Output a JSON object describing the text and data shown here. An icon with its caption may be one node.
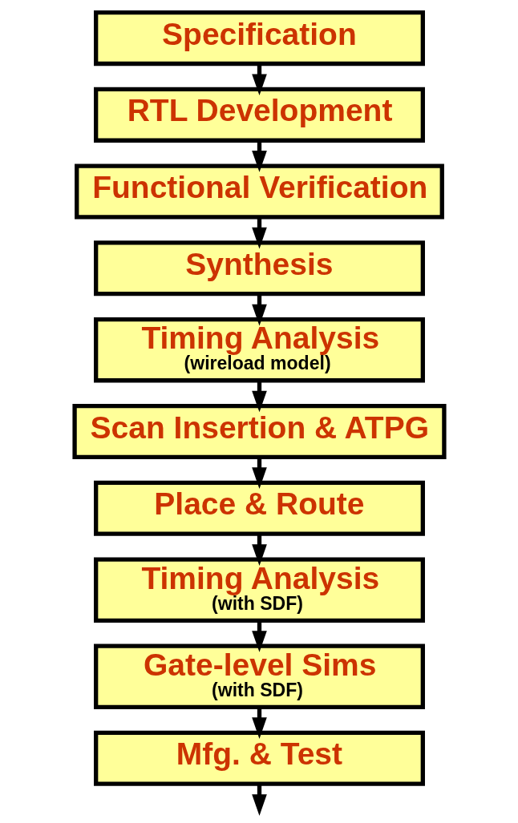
{
  "diagram": {
    "nodes": [
      {
        "text": [
          "Specification"
        ]
      },
      {
        "text": [
          "RTL Development"
        ]
      },
      {
        "text": [
          "Functional Verification"
        ]
      },
      {
        "text": [
          "Synthesis"
        ]
      },
      {
        "text": [
          "Timing Analysis",
          "(wireload model)"
        ]
      },
      {
        "text": [
          "Scan Insertion & ATPG"
        ]
      },
      {
        "text": [
          "Place & Route"
        ]
      },
      {
        "text": [
          "Timing Analysis",
          "(with SDF)"
        ]
      },
      {
        "text": [
          "Gate-level Sims",
          "(with SDF)"
        ]
      },
      {
        "text": [
          "Mfg. & Test"
        ]
      }
    ],
    "edges": [
      {
        "from": 0,
        "to": 1,
        "arrow": "to"
      },
      {
        "from": 1,
        "to": 2,
        "arrow": "to"
      },
      {
        "from": 2,
        "to": 3,
        "arrow": "to"
      },
      {
        "from": 3,
        "to": 4,
        "arrow": "to"
      },
      {
        "from": 4,
        "to": 5,
        "arrow": "to"
      },
      {
        "from": 5,
        "to": 6,
        "arrow": "to"
      },
      {
        "from": 6,
        "to": 7,
        "arrow": "to"
      },
      {
        "from": 7,
        "to": 8,
        "arrow": "to"
      },
      {
        "from": 8,
        "to": 9,
        "arrow": "to"
      },
      {
        "from": 9,
        "to": null,
        "arrow": "to"
      }
    ]
  }
}
